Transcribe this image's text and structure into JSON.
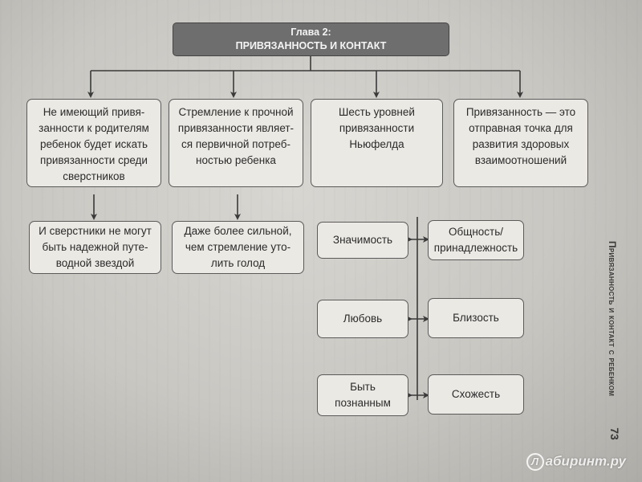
{
  "chapter": {
    "label": "Глава 2:",
    "title": "ПРИВЯЗАННОСТЬ И КОНТАКТ"
  },
  "top_boxes": [
    "Не имеющий привя-\nзанности к родителям\nребенок будет искать\nпривязанности среди\nсверстников",
    "Стремление к прочной\nпривязанности являет-\nся первичной потреб-\nностью ребенка",
    "Шесть уровней\nпривязанности\nНьюфелда",
    "Привязанность — это\nотправная точка для\nразвития здоровых\nвзаимоотношений"
  ],
  "second_boxes": [
    "И сверстники не могут\nбыть надежной путе-\nводной звездой",
    "Даже более сильной,\nчем стремление уто-\nлить голод"
  ],
  "levels_left": [
    "Значимость",
    "Любовь",
    "Быть\nпознанным"
  ],
  "levels_right": [
    "Общность/\nпринадлежность",
    "Близость",
    "Схожесть"
  ],
  "running_head": "Привязанность и контакт с ребенком",
  "page_number": "73",
  "watermark": "Лабиринт.ру",
  "colors": {
    "header_bg": "#6e6e6e",
    "box_bg": "#ebe9e4",
    "line": "#3a3a3a"
  }
}
